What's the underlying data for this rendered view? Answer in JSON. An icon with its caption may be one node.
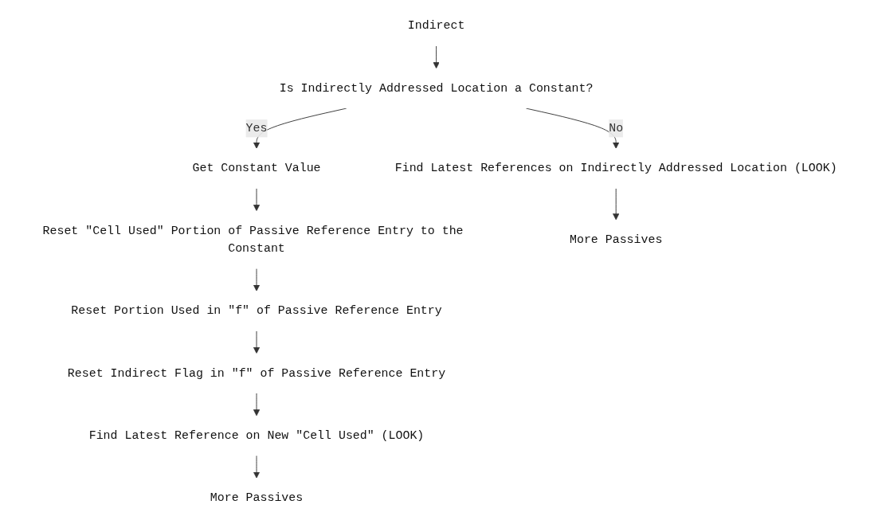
{
  "diagram": {
    "nodes": [
      {
        "text": [
          "Indirect"
        ]
      },
      {
        "text": [
          "Is Indirectly Addressed Location a Constant?"
        ]
      },
      {
        "text": [
          "Get Constant Value"
        ]
      },
      {
        "text": [
          "Reset \"Cell Used\" Portion of Passive Reference Entry to the Constant"
        ]
      },
      {
        "text": [
          "Reset Portion Used in \"f\" of Passive Reference Entry"
        ]
      },
      {
        "text": [
          "Reset Indirect Flag in \"f\" of Passive Reference Entry"
        ]
      },
      {
        "text": [
          "Find Latest Reference on New \"Cell Used\" (LOOK)"
        ]
      },
      {
        "text": [
          "More Passives"
        ]
      },
      {
        "text": [
          "Find Latest References on Indirectly Addressed Location (LOOK)"
        ]
      },
      {
        "text": [
          "More Passives"
        ]
      }
    ],
    "edges": [
      {
        "from": 0,
        "to": 1,
        "arrow": "to"
      },
      {
        "from": 1,
        "to": 2,
        "label": "Yes",
        "arrow": "to"
      },
      {
        "from": 2,
        "to": 3,
        "arrow": "to"
      },
      {
        "from": 3,
        "to": 4,
        "arrow": "to"
      },
      {
        "from": 4,
        "to": 5,
        "arrow": "to"
      },
      {
        "from": 5,
        "to": 6,
        "arrow": "to"
      },
      {
        "from": 6,
        "to": 7,
        "arrow": "to"
      },
      {
        "from": 1,
        "to": 8,
        "label": "No",
        "arrow": "to"
      },
      {
        "from": 8,
        "to": 9,
        "arrow": "to"
      }
    ]
  }
}
